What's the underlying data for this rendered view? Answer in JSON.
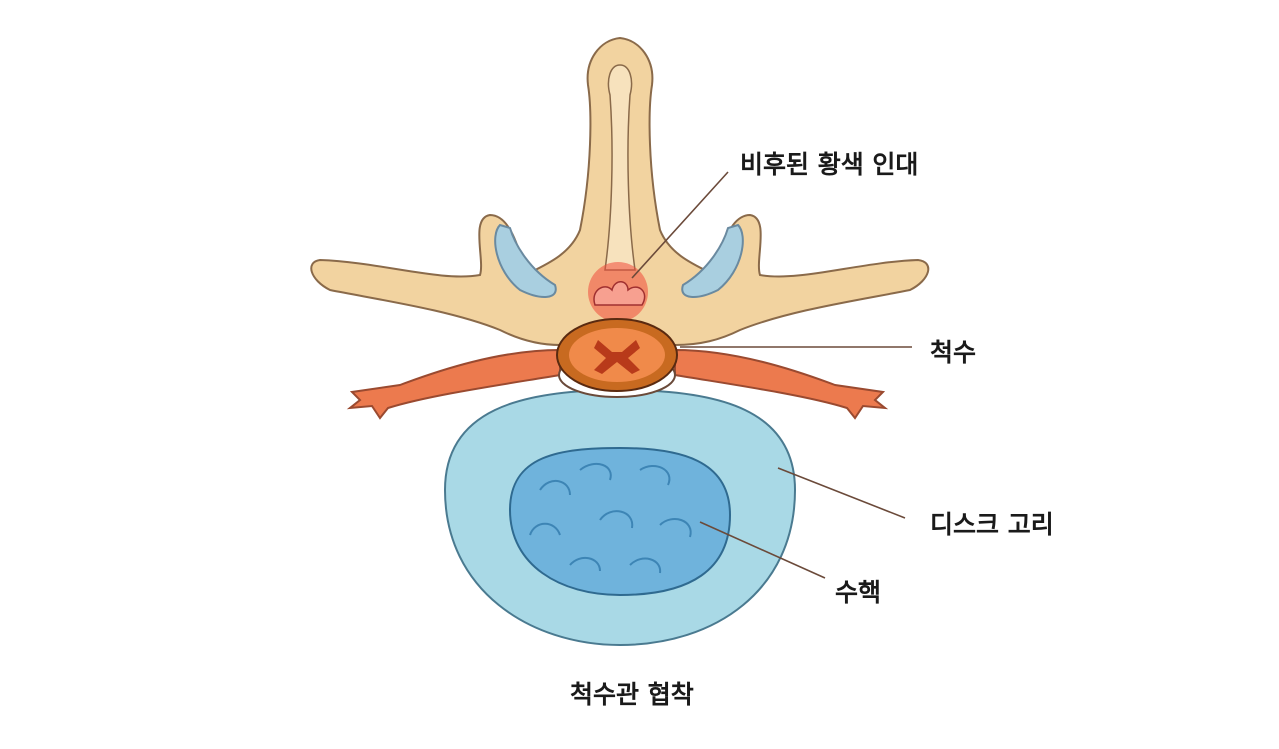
{
  "labels": {
    "ligament": "비후된 황색 인대",
    "spinal_cord": "척수",
    "annulus": "디스크 고리",
    "nucleus": "수핵"
  },
  "title": "척수관 협착",
  "colors": {
    "bone": "#f2d3a0",
    "bone_outline": "#8a6a4a",
    "disc": "#a9d9e6",
    "nucleus": "#6fb3dc",
    "nerve": "#ec7a4e",
    "inflammation": "#f04a3a",
    "leader_line": "#6b4a3a"
  }
}
